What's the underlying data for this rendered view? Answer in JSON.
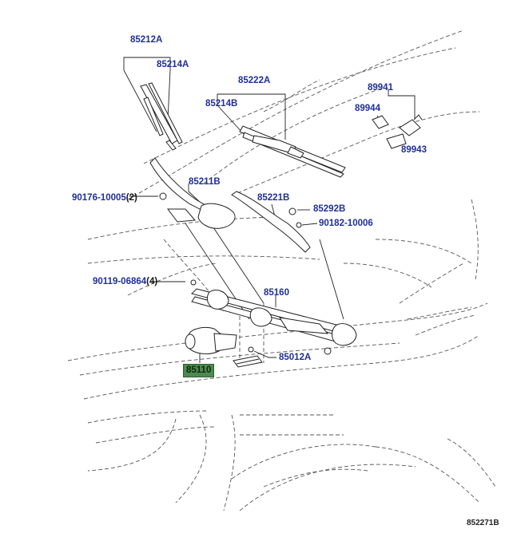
{
  "labels": {
    "p85212A": "85212A",
    "p85214A": "85214A",
    "p85222A": "85222A",
    "p85214B": "85214B",
    "p89941": "89941",
    "p89944": "89944",
    "p89943": "89943",
    "p90176": "90176-10005",
    "p90176_qty": "(2)",
    "p85211B": "85211B",
    "p85221B": "85221B",
    "p85292B": "85292B",
    "p90182": "90182-10006",
    "p90119": "90119-06864",
    "p90119_qty": "(4)",
    "p85160": "85160",
    "p85110": "85110",
    "p85012A": "85012A"
  },
  "diagram_ref": "852271B",
  "colors": {
    "label": "#1f2f9a",
    "highlight": "#4e8a4f",
    "line": "#333333"
  }
}
